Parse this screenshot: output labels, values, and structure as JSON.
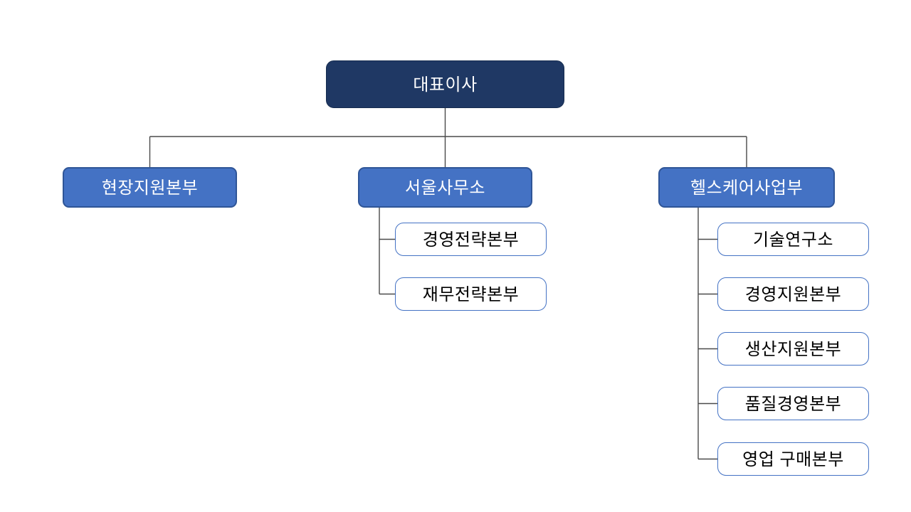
{
  "org_chart": {
    "root": {
      "label": "대표이사"
    },
    "divisions": [
      {
        "label": "현장지원본부",
        "children": []
      },
      {
        "label": "서울사무소",
        "children": [
          {
            "label": "경영전략본부"
          },
          {
            "label": "재무전략본부"
          }
        ]
      },
      {
        "label": "헬스케어사업부",
        "children": [
          {
            "label": "기술연구소"
          },
          {
            "label": "경영지원본부"
          },
          {
            "label": "생산지원본부"
          },
          {
            "label": "품질경영본부"
          },
          {
            "label": "영업 구매본부"
          }
        ]
      }
    ]
  },
  "colors": {
    "background": "#FFFFFF",
    "root_fill": "#1F3864",
    "division_fill": "#4472C4",
    "division_border": "#2F5597",
    "child_fill": "#FFFFFF",
    "child_border": "#4472C4",
    "connector_line": "#4A4A4A",
    "text_on_blue": "#FFFFFF",
    "text_on_white": "#000000"
  }
}
